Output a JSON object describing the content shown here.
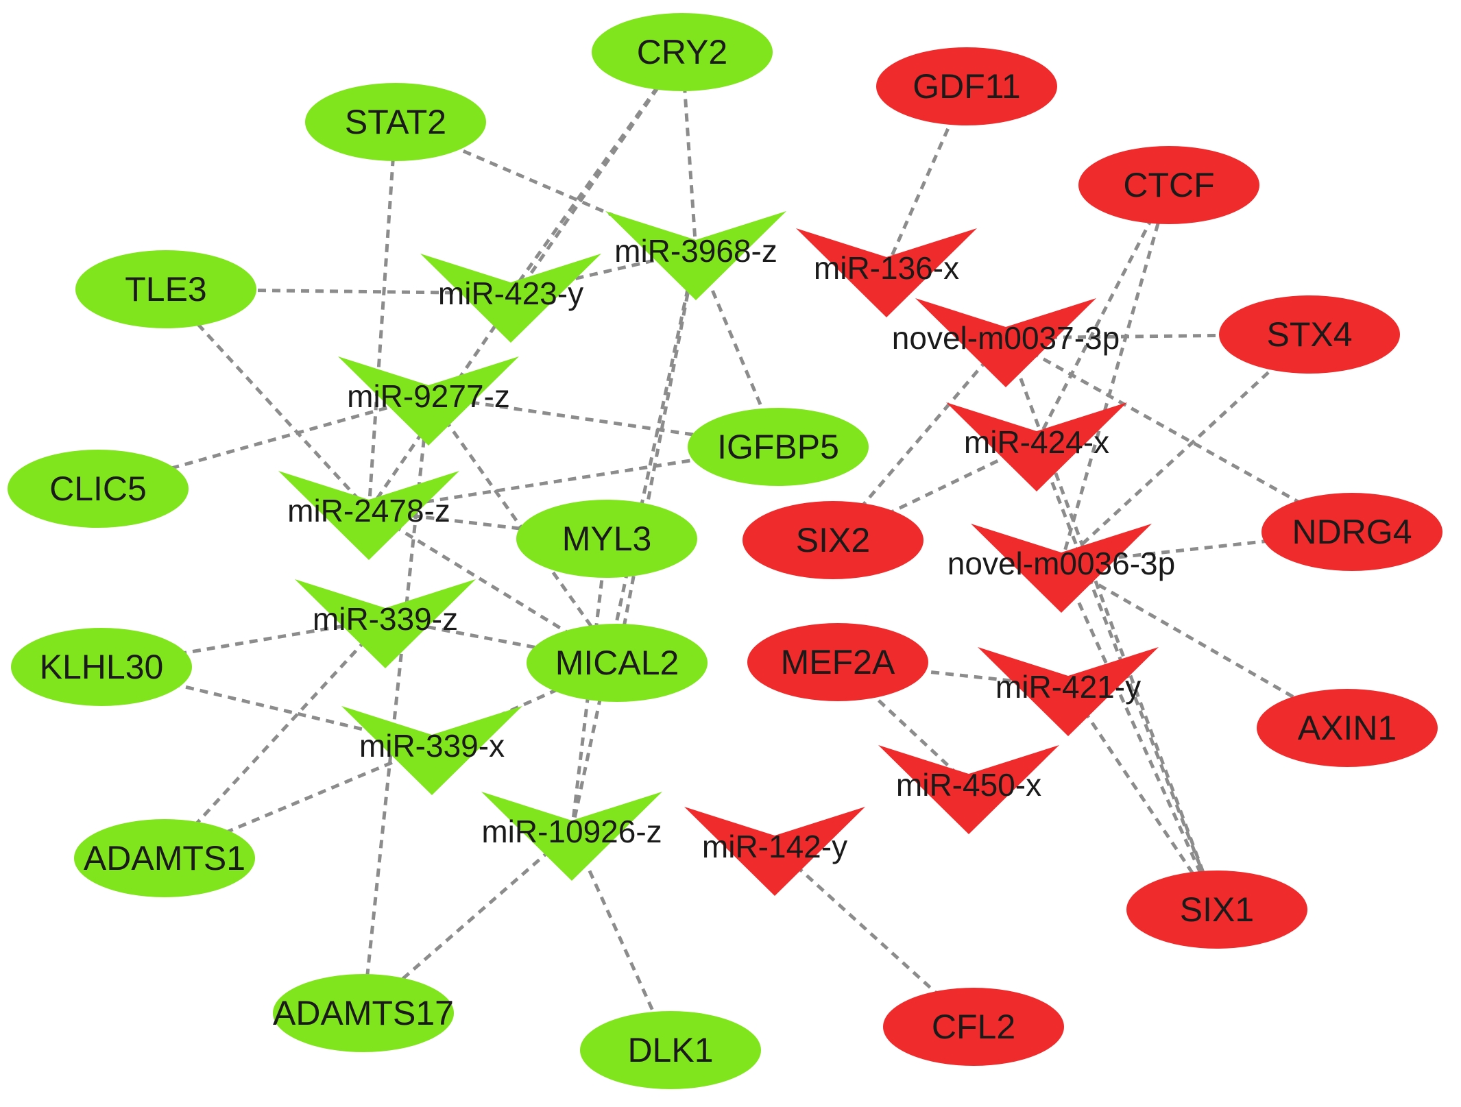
{
  "colors": {
    "up": "#ef2b2b",
    "down": "#80e51c",
    "edge": "#8c8c8c"
  },
  "genes": [
    {
      "id": "CRY2",
      "label": "CRY2",
      "group": "down"
    },
    {
      "id": "STAT2",
      "label": "STAT2",
      "group": "down"
    },
    {
      "id": "TLE3",
      "label": "TLE3",
      "group": "down"
    },
    {
      "id": "CLIC5",
      "label": "CLIC5",
      "group": "down"
    },
    {
      "id": "IGFBP5",
      "label": "IGFBP5",
      "group": "down"
    },
    {
      "id": "MYL3",
      "label": "MYL3",
      "group": "down"
    },
    {
      "id": "MICAL2",
      "label": "MICAL2",
      "group": "down"
    },
    {
      "id": "KLHL30",
      "label": "KLHL30",
      "group": "down"
    },
    {
      "id": "ADAMTS1",
      "label": "ADAMTS1",
      "group": "down"
    },
    {
      "id": "ADAMTS17",
      "label": "ADAMTS17",
      "group": "down"
    },
    {
      "id": "DLK1",
      "label": "DLK1",
      "group": "down"
    },
    {
      "id": "GDF11",
      "label": "GDF11",
      "group": "up"
    },
    {
      "id": "CTCF",
      "label": "CTCF",
      "group": "up"
    },
    {
      "id": "STX4",
      "label": "STX4",
      "group": "up"
    },
    {
      "id": "SIX2",
      "label": "SIX2",
      "group": "up"
    },
    {
      "id": "NDRG4",
      "label": "NDRG4",
      "group": "up"
    },
    {
      "id": "MEF2A",
      "label": "MEF2A",
      "group": "up"
    },
    {
      "id": "AXIN1",
      "label": "AXIN1",
      "group": "up"
    },
    {
      "id": "SIX1",
      "label": "SIX1",
      "group": "up"
    },
    {
      "id": "CFL2",
      "label": "CFL2",
      "group": "up"
    }
  ],
  "mirnas": [
    {
      "id": "miR-3968-z",
      "label": "miR-3968-z",
      "group": "down"
    },
    {
      "id": "miR-423-y",
      "label": "miR-423-y",
      "group": "down"
    },
    {
      "id": "miR-9277-z",
      "label": "miR-9277-z",
      "group": "down"
    },
    {
      "id": "miR-2478-z",
      "label": "miR-2478-z",
      "group": "down"
    },
    {
      "id": "miR-339-z",
      "label": "miR-339-z",
      "group": "down"
    },
    {
      "id": "miR-339-x",
      "label": "miR-339-x",
      "group": "down"
    },
    {
      "id": "miR-10926-z",
      "label": "miR-10926-z",
      "group": "down"
    },
    {
      "id": "miR-136-x",
      "label": "miR-136-x",
      "group": "up"
    },
    {
      "id": "novel-m0037-3p",
      "label": "novel-m0037-3p",
      "group": "up"
    },
    {
      "id": "miR-424-x",
      "label": "miR-424-x",
      "group": "up"
    },
    {
      "id": "novel-m0036-3p",
      "label": "novel-m0036-3p",
      "group": "up"
    },
    {
      "id": "miR-421-y",
      "label": "miR-421-y",
      "group": "up"
    },
    {
      "id": "miR-450-x",
      "label": "miR-450-x",
      "group": "up"
    },
    {
      "id": "miR-142-y",
      "label": "miR-142-y",
      "group": "up"
    }
  ],
  "edges": [
    [
      "miR-3968-z",
      "STAT2"
    ],
    [
      "miR-3968-z",
      "CRY2"
    ],
    [
      "miR-3968-z",
      "IGFBP5"
    ],
    [
      "miR-3968-z",
      "MICAL2"
    ],
    [
      "miR-3968-z",
      "miR-423-y"
    ],
    [
      "miR-423-y",
      "TLE3"
    ],
    [
      "miR-423-y",
      "CRY2"
    ],
    [
      "miR-9277-z",
      "CLIC5"
    ],
    [
      "miR-9277-z",
      "IGFBP5"
    ],
    [
      "miR-9277-z",
      "MICAL2"
    ],
    [
      "miR-9277-z",
      "ADAMTS17"
    ],
    [
      "miR-2478-z",
      "TLE3"
    ],
    [
      "miR-2478-z",
      "STAT2"
    ],
    [
      "miR-2478-z",
      "CRY2"
    ],
    [
      "miR-2478-z",
      "IGFBP5"
    ],
    [
      "miR-2478-z",
      "MYL3"
    ],
    [
      "miR-2478-z",
      "MICAL2"
    ],
    [
      "miR-339-z",
      "KLHL30"
    ],
    [
      "miR-339-z",
      "MICAL2"
    ],
    [
      "miR-339-z",
      "ADAMTS1"
    ],
    [
      "miR-339-x",
      "KLHL30"
    ],
    [
      "miR-339-x",
      "ADAMTS1"
    ],
    [
      "miR-339-x",
      "MICAL2"
    ],
    [
      "miR-10926-z",
      "ADAMTS17"
    ],
    [
      "miR-10926-z",
      "DLK1"
    ],
    [
      "miR-10926-z",
      "MYL3"
    ],
    [
      "miR-10926-z",
      "miR-3968-z"
    ],
    [
      "miR-136-x",
      "GDF11"
    ],
    [
      "novel-m0037-3p",
      "STX4"
    ],
    [
      "novel-m0037-3p",
      "SIX2"
    ],
    [
      "novel-m0037-3p",
      "NDRG4"
    ],
    [
      "novel-m0037-3p",
      "SIX1"
    ],
    [
      "miR-424-x",
      "CTCF"
    ],
    [
      "miR-424-x",
      "SIX2"
    ],
    [
      "miR-424-x",
      "SIX1"
    ],
    [
      "novel-m0036-3p",
      "CTCF"
    ],
    [
      "novel-m0036-3p",
      "STX4"
    ],
    [
      "novel-m0036-3p",
      "NDRG4"
    ],
    [
      "novel-m0036-3p",
      "AXIN1"
    ],
    [
      "novel-m0036-3p",
      "SIX1"
    ],
    [
      "miR-421-y",
      "MEF2A"
    ],
    [
      "miR-421-y",
      "SIX1"
    ],
    [
      "miR-450-x",
      "MEF2A"
    ],
    [
      "miR-142-y",
      "CFL2"
    ]
  ]
}
